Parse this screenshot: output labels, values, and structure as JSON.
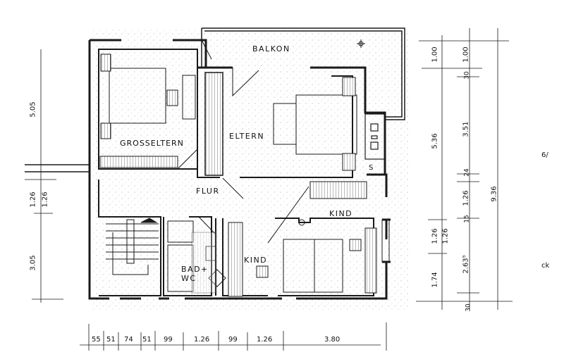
{
  "rooms": {
    "balkon": "BALKON",
    "grosseltern": "GROSSELTERN",
    "eltern": "ELTERN",
    "flur": "FLUR",
    "kind_right": "KIND",
    "kind_left": "KIND",
    "bad_line1": "BAD+",
    "bad_line2": "WC",
    "shaft": "S"
  },
  "dimensions": {
    "left": [
      "5.05",
      "1.26",
      "3.05"
    ],
    "right_outer": [
      "1.00",
      "5.36",
      "1.26",
      "1.74"
    ],
    "right_inner": [
      "1.00",
      "30",
      "3.51",
      "24",
      "1.26",
      "15",
      "2.63⁵",
      "30"
    ],
    "overall": "9.36",
    "bottom": [
      "55",
      "51",
      "74",
      "51",
      "99",
      "1.26",
      "99",
      "1.26",
      "3.80"
    ]
  },
  "margin_marks": [
    "6/",
    "ck"
  ],
  "colors": {
    "ink": "#1a1a1a",
    "hatch": "#777777",
    "paper": "#ffffff"
  }
}
